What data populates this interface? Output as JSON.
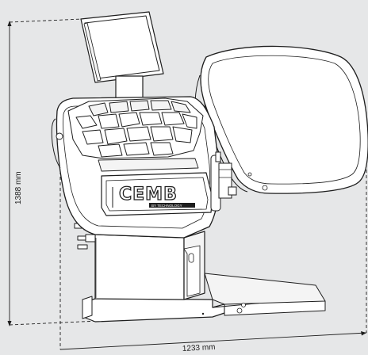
{
  "brand": {
    "name": "CEMB",
    "tagline": "BY TECHNOLOGY"
  },
  "dimensions": {
    "height_label": "1388 mm",
    "width_label": "1233 mm"
  },
  "colors": {
    "background": "#e6e7e8",
    "line": "#1e1e1e",
    "body_fill": "#ffffff",
    "panel_fill": "#f4f4f4"
  }
}
